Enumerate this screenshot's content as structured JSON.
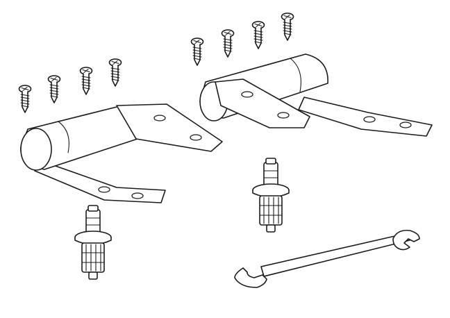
{
  "colors": {
    "line": "#1a1a1a",
    "fill": "#ffffff"
  },
  "parts": {
    "screws": {
      "count": 8,
      "icon": "screw-icon"
    },
    "hinges": {
      "count": 2,
      "icon": "hinge-icon"
    },
    "anchor_bolts": {
      "count": 2,
      "icon": "anchor-bolt-icon"
    },
    "wrench": {
      "count": 1,
      "icon": "wrench-icon"
    }
  }
}
